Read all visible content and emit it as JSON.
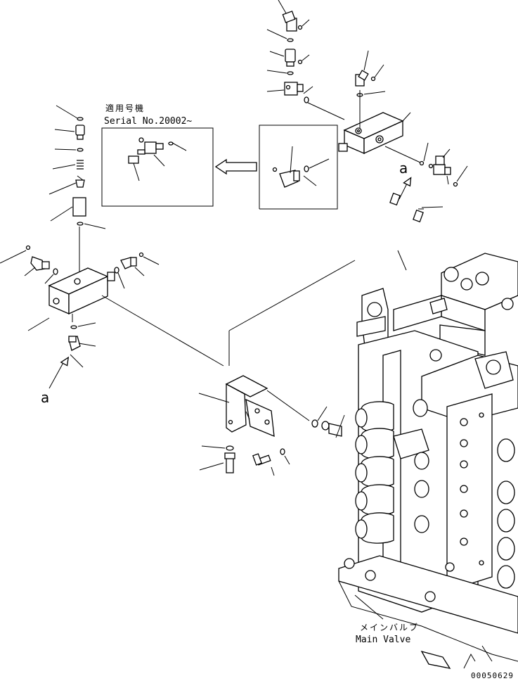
{
  "inset": {
    "applicable_label": "適用号機",
    "serial_label": "Serial No.20002~"
  },
  "callouts": {
    "detail_a_right": "a",
    "detail_a_left": "a"
  },
  "main_valve": {
    "label_jp": "メインバルブ",
    "label_en": "Main Valve"
  },
  "drawing_code": "00050629"
}
